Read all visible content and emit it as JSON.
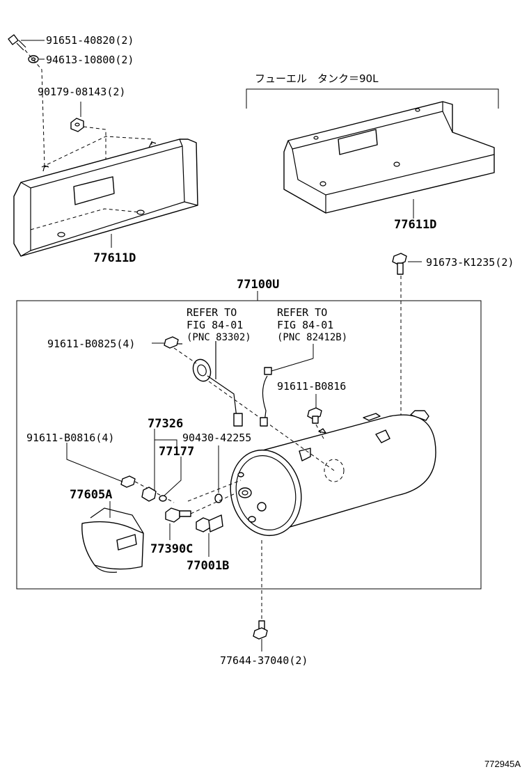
{
  "labels": {
    "l_91651": "91651-40820(2)",
    "l_94613": "94613-10800(2)",
    "l_90179": "90179-08143(2)",
    "l_fuel_tank": "フューエル　タンク＝90L",
    "l_77611d_left": "77611D",
    "l_77611d_right": "77611D",
    "l_91673": "91673-K1235(2)",
    "l_77100u": "77100U",
    "l_refer1_a": "REFER TO",
    "l_refer1_b": "FIG 84-01",
    "l_refer1_c": "(PNC 83302)",
    "l_refer2_a": "REFER TO",
    "l_refer2_b": "FIG 84-01",
    "l_refer2_c": "(PNC 82412B)",
    "l_91611_b0825": "91611-B0825(4)",
    "l_91611_b0816": "91611-B0816",
    "l_77326": "77326",
    "l_90430": "90430-42255",
    "l_91611_b0816_4": "91611-B0816(4)",
    "l_77177": "77177",
    "l_77605a": "77605A",
    "l_77390c": "77390C",
    "l_77001b": "77001B",
    "l_77644": "77644-37040(2)",
    "l_figure_id": "772945A"
  }
}
